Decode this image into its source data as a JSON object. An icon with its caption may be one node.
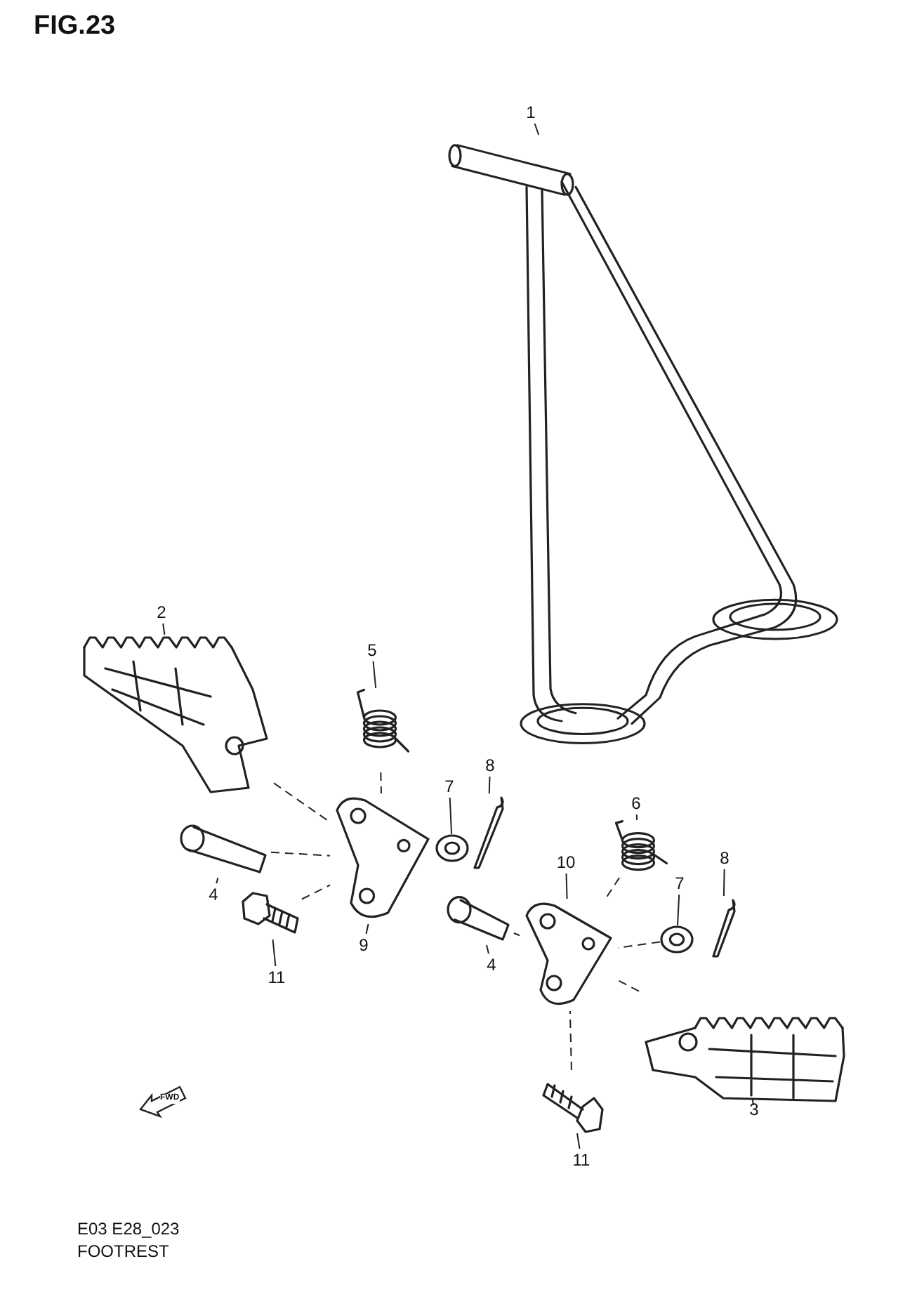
{
  "diagram": {
    "title": "FIG.23",
    "nodes": [
      {
        "text": [
          "1"
        ]
      },
      {
        "text": [
          "2"
        ]
      },
      {
        "text": [
          "5"
        ]
      },
      {
        "text": [
          "7"
        ]
      },
      {
        "text": [
          "8"
        ]
      },
      {
        "text": [
          "4"
        ]
      },
      {
        "text": [
          "9"
        ]
      },
      {
        "text": [
          "11"
        ]
      },
      {
        "text": [
          "6"
        ]
      },
      {
        "text": [
          "10"
        ]
      },
      {
        "text": [
          "8"
        ]
      },
      {
        "text": [
          "7"
        ]
      },
      {
        "text": [
          "4"
        ]
      },
      {
        "text": [
          "11"
        ]
      },
      {
        "text": [
          "3"
        ]
      },
      {
        "text": [],
        "shape": "picture"
      },
      {
        "text": [],
        "shape": "picture"
      },
      {
        "text": [],
        "shape": "picture"
      },
      {
        "text": [],
        "shape": "picture"
      },
      {
        "text": [],
        "shape": "picture"
      },
      {
        "text": [],
        "shape": "picture"
      },
      {
        "text": [],
        "shape": "picture"
      },
      {
        "text": [],
        "shape": "picture"
      },
      {
        "text": [],
        "shape": "picture"
      },
      {
        "text": [],
        "shape": "picture"
      },
      {
        "text": [],
        "shape": "picture"
      },
      {
        "text": [],
        "shape": "picture"
      },
      {
        "text": [],
        "shape": "picture"
      },
      {
        "text": [],
        "shape": "picture"
      },
      {
        "text": [],
        "shape": "picture"
      }
    ],
    "edges": [
      {
        "from": 0,
        "to": 15,
        "arrow": "none"
      },
      {
        "from": 1,
        "to": 16,
        "arrow": "none"
      },
      {
        "from": 2,
        "to": 17,
        "arrow": "none"
      },
      {
        "from": 3,
        "to": 18,
        "arrow": "none"
      },
      {
        "from": 4,
        "to": 19,
        "arrow": "none"
      },
      {
        "from": 5,
        "to": 20,
        "arrow": "none"
      },
      {
        "from": 6,
        "to": 21,
        "arrow": "none"
      },
      {
        "from": 7,
        "to": 22,
        "arrow": "none"
      },
      {
        "from": 8,
        "to": 23,
        "arrow": "none"
      },
      {
        "from": 9,
        "to": 24,
        "arrow": "none"
      },
      {
        "from": 10,
        "to": 26,
        "arrow": "none"
      },
      {
        "from": 11,
        "to": 25,
        "arrow": "none"
      },
      {
        "from": 12,
        "to": 27,
        "arrow": "none"
      },
      {
        "from": 13,
        "to": 29,
        "arrow": "none"
      },
      {
        "from": 14,
        "to": 28,
        "arrow": "none"
      },
      {
        "from": 16,
        "to": 21,
        "arrow": "none",
        "style": "dashed"
      },
      {
        "from": 20,
        "to": 21,
        "arrow": "none",
        "style": "dashed"
      },
      {
        "from": 22,
        "to": 21,
        "arrow": "none",
        "style": "dashed"
      },
      {
        "from": 17,
        "to": 21,
        "arrow": "none",
        "style": "dashed"
      },
      {
        "from": 27,
        "to": 24,
        "arrow": "none",
        "style": "dashed"
      },
      {
        "from": 23,
        "to": 24,
        "arrow": "none",
        "style": "dashed"
      },
      {
        "from": 25,
        "to": 24,
        "arrow": "none",
        "style": "dashed"
      },
      {
        "from": 28,
        "to": 24,
        "arrow": "none",
        "style": "dashed"
      },
      {
        "from": 29,
        "to": 24,
        "arrow": "none",
        "style": "dashed"
      }
    ],
    "labels": [
      "FWD",
      "E03 E28_023",
      "FOOTREST"
    ]
  }
}
